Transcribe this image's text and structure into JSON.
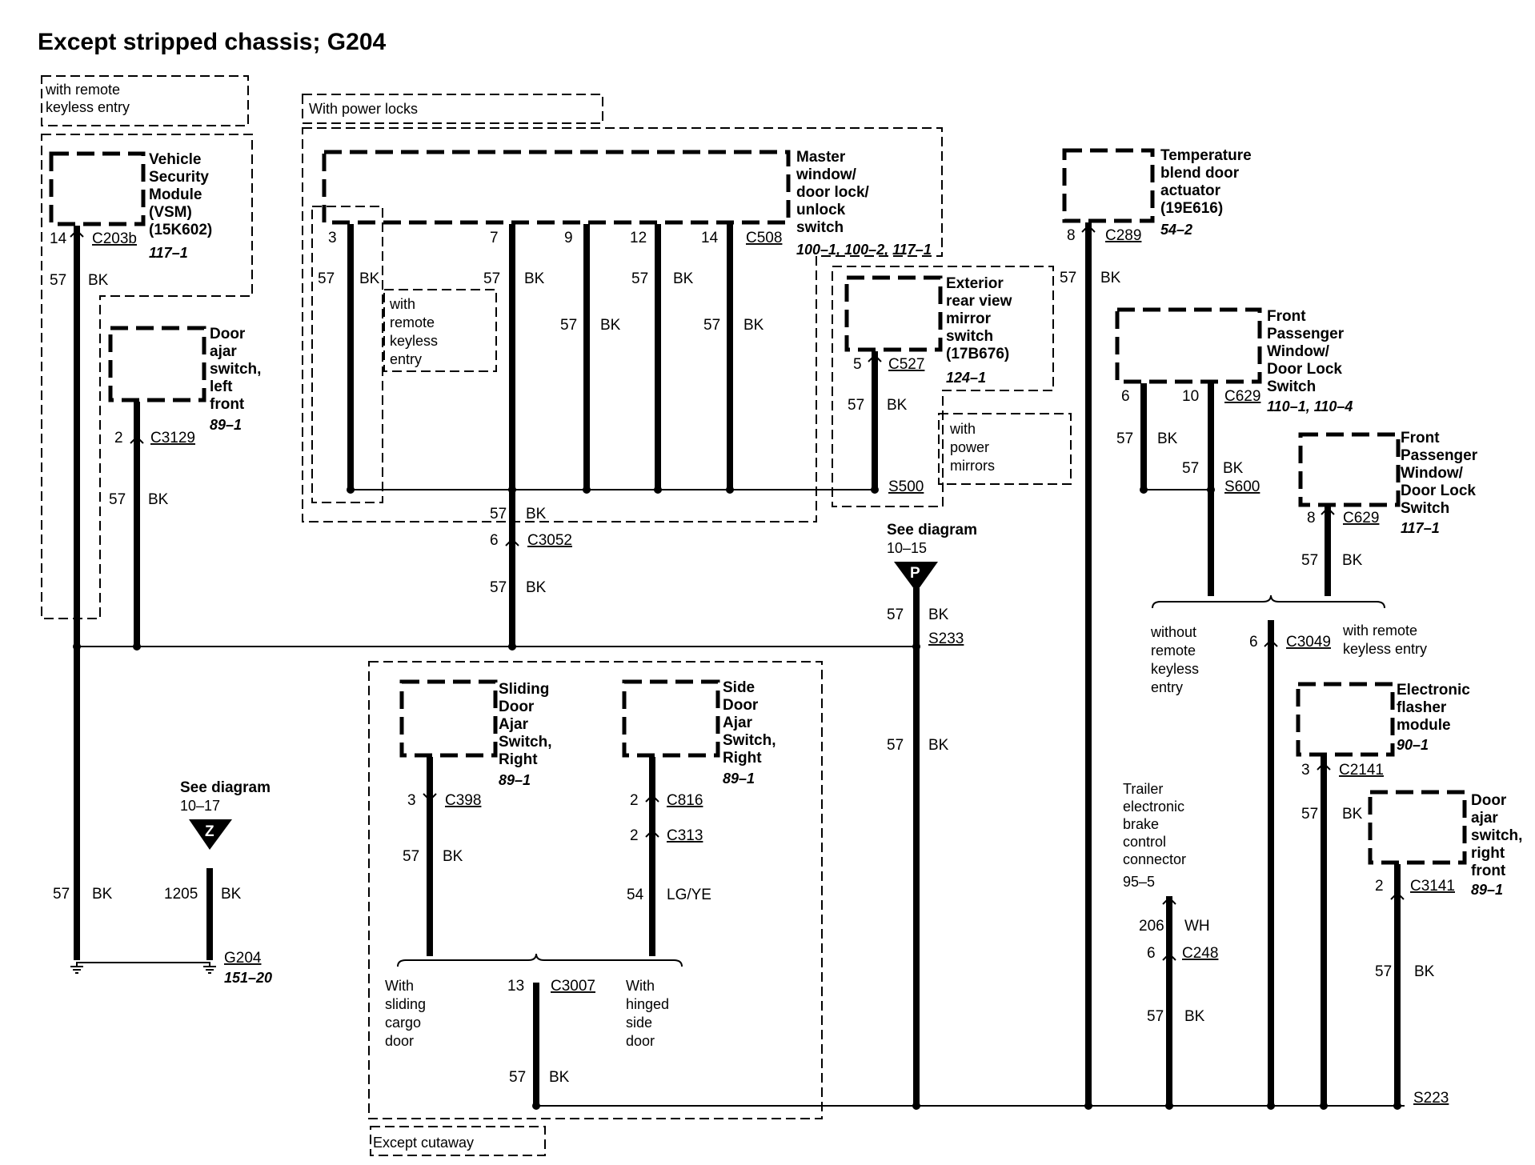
{
  "title": "Except stripped chassis; G204",
  "wire_color": "BK",
  "notes": {
    "rke_top": [
      "with remote",
      "keyless entry"
    ],
    "power_locks": "With power locks",
    "rke_inner": [
      "with",
      "remote",
      "keyless",
      "entry"
    ],
    "power_mirrors": [
      "with",
      "power",
      "mirrors"
    ],
    "except_cutaway": "Except cutaway",
    "without_rke": [
      "without",
      "remote",
      "keyless",
      "entry"
    ],
    "with_rke": [
      "with remote",
      "keyless entry"
    ],
    "sliding_cargo": [
      "With",
      "sliding",
      "cargo",
      "door"
    ],
    "hinged_side": [
      "With",
      "hinged",
      "side",
      "door"
    ]
  },
  "components": {
    "vsm": {
      "name": [
        "Vehicle",
        "Security",
        "Module",
        "(VSM)",
        "(15K602)"
      ],
      "ref": "117–1"
    },
    "door_ajar_lf": {
      "name": [
        "Door",
        "ajar",
        "switch,",
        "left",
        "front"
      ],
      "ref": "89–1"
    },
    "master_switch": {
      "name": [
        "Master",
        "window/",
        "door lock/",
        "unlock",
        "switch"
      ],
      "ref": "100–1, 100–2, 117–1"
    },
    "mirror_switch": {
      "name": [
        "Exterior",
        "rear view",
        "mirror",
        "switch",
        "(17B676)"
      ],
      "ref": "124–1"
    },
    "temp_blend": {
      "name": [
        "Temperature",
        "blend door",
        "actuator",
        "(19E616)"
      ],
      "ref": "54–2"
    },
    "fp_switch_a": {
      "name": [
        "Front",
        "Passenger",
        "Window/",
        "Door Lock",
        "Switch"
      ],
      "ref": "110–1, 110–4"
    },
    "fp_switch_b": {
      "name": [
        "Front",
        "Passenger",
        "Window/",
        "Door Lock",
        "Switch"
      ],
      "ref": "117–1"
    },
    "sliding_door": {
      "name": [
        "Sliding",
        "Door",
        "Ajar",
        "Switch,",
        "Right"
      ],
      "ref": "89–1"
    },
    "side_door": {
      "name": [
        "Side",
        "Door",
        "Ajar",
        "Switch,",
        "Right"
      ],
      "ref": "89–1"
    },
    "flasher": {
      "name": [
        "Electronic",
        "flasher",
        "module"
      ],
      "ref": "90–1"
    },
    "door_ajar_rf": {
      "name": [
        "Door",
        "ajar",
        "switch,",
        "right",
        "front"
      ],
      "ref": "89–1"
    },
    "trailer": {
      "name": [
        "Trailer",
        "electronic",
        "brake",
        "control",
        "connector"
      ],
      "ref": "95–5"
    }
  },
  "connectors": {
    "c203b": {
      "pin": "14",
      "name": "C203b"
    },
    "c3129": {
      "pin": "2",
      "name": "C3129"
    },
    "c508": {
      "pins": [
        "3",
        "7",
        "9",
        "12",
        "14"
      ],
      "name": "C508"
    },
    "c527": {
      "pin": "5",
      "name": "C527"
    },
    "c289": {
      "pin": "8",
      "name": "C289"
    },
    "c629a": {
      "pins": [
        "6",
        "10"
      ],
      "name": "C629"
    },
    "c629b": {
      "pin": "8",
      "name": "C629"
    },
    "c3052": {
      "pin": "6",
      "name": "C3052"
    },
    "c3049": {
      "pin": "6",
      "name": "C3049"
    },
    "c398": {
      "pin": "3",
      "name": "C398"
    },
    "c816": {
      "pin": "2",
      "name": "C816"
    },
    "c313": {
      "pin": "2",
      "name": "C313"
    },
    "c3007": {
      "pin": "13",
      "name": "C3007"
    },
    "c2141": {
      "pin": "3",
      "name": "C2141"
    },
    "c3141": {
      "pin": "2",
      "name": "C3141"
    },
    "c248": {
      "pin": "6",
      "name": "C248"
    }
  },
  "splices": {
    "s500": "S500",
    "s600": "S600",
    "s233": "S233",
    "s223": "S223"
  },
  "ground": {
    "name": "G204",
    "ref": "151–20"
  },
  "refs": {
    "z": {
      "text": "See diagram",
      "ref": "10–17",
      "letter": "Z"
    },
    "p": {
      "text": "See diagram",
      "ref": "10–15",
      "letter": "P"
    }
  },
  "wires": {
    "w57": "57",
    "w1205": "1205",
    "w54": "54",
    "c54": "LG/YE",
    "w206": "206",
    "c206": "WH"
  }
}
